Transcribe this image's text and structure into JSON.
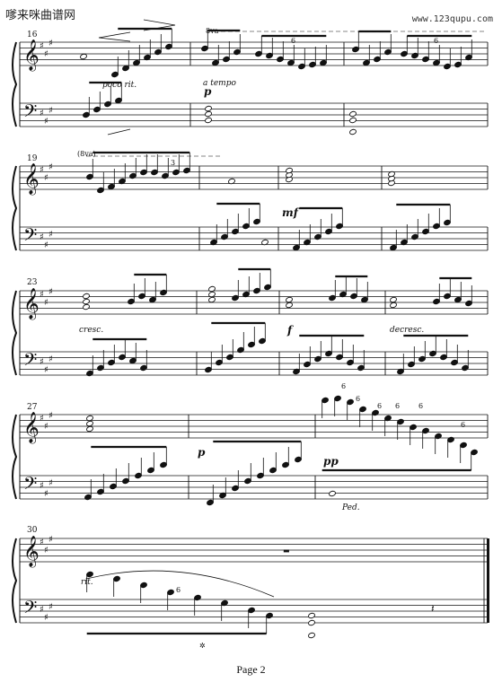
{
  "header": {
    "site_name": "嗲来咪曲谱网",
    "site_url": "www.123qupu.com"
  },
  "footer": {
    "page_label": "Page 2"
  },
  "systems": [
    {
      "measure_start": "16",
      "marks": {
        "poco_rit": "poco rit.",
        "a_tempo": "a tempo",
        "p": "p",
        "ottava": "8va",
        "tuplet_a": "6",
        "tuplet_b": "6"
      }
    },
    {
      "measure_start": "19",
      "marks": {
        "ottava": "(8va)",
        "triplet": "3",
        "mf": "mf"
      }
    },
    {
      "measure_start": "23",
      "marks": {
        "cresc": "cresc.",
        "f": "f",
        "decresc": "decresc."
      }
    },
    {
      "measure_start": "27",
      "marks": {
        "p": "p",
        "pp": "pp",
        "ped": "Ped.",
        "tuplets": [
          "6",
          "6",
          "6",
          "6",
          "6",
          "6"
        ]
      }
    },
    {
      "measure_start": "30",
      "marks": {
        "rit": "rit.",
        "tuplet": "6",
        "ped_release": "✲"
      }
    }
  ]
}
